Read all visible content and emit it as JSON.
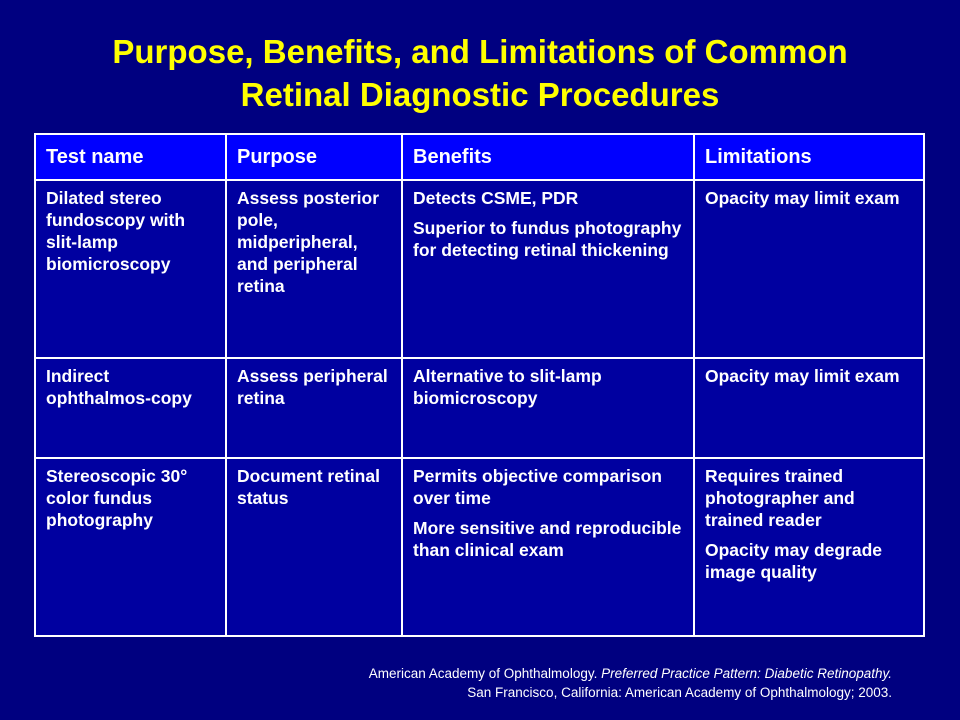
{
  "title": {
    "line1": "Purpose, Benefits, and Limitations of Common",
    "line2": "Retinal Diagnostic Procedures"
  },
  "table": {
    "headers": [
      "Test name",
      "Purpose",
      "Benefits",
      "Limitations"
    ],
    "rows": [
      {
        "test_name": "Dilated stereo fundoscopy with slit-lamp biomicroscopy",
        "purpose": "Assess posterior pole, midperipheral, and peripheral retina",
        "benefits": [
          "Detects CSME, PDR",
          "Superior to fundus photography for detecting retinal thickening"
        ],
        "limitations": [
          "Opacity may limit exam"
        ]
      },
      {
        "test_name": "Indirect ophthalmos-copy",
        "purpose": "Assess peripheral retina",
        "benefits": [
          "Alternative to slit-lamp biomicroscopy"
        ],
        "limitations": [
          "Opacity may limit exam"
        ]
      },
      {
        "test_name": "Stereoscopic 30° color fundus photography",
        "purpose": "Document retinal status",
        "benefits": [
          "Permits objective comparison over time",
          "More sensitive and reproducible than clinical exam"
        ],
        "limitations": [
          "Requires trained photographer and trained reader",
          "Opacity may degrade image quality"
        ]
      }
    ]
  },
  "citation": {
    "author": "American Academy of Ophthalmology.",
    "work": "Preferred Practice Pattern: Diabetic Retinopathy.",
    "publisher": "San Francisco, California: American Academy of Ophthalmology; 2003."
  },
  "colors": {
    "background": "#000080",
    "title": "#ffff00",
    "header_fill": "#0000ff",
    "cell_fill": "#0000a0",
    "text": "#ffffff"
  }
}
